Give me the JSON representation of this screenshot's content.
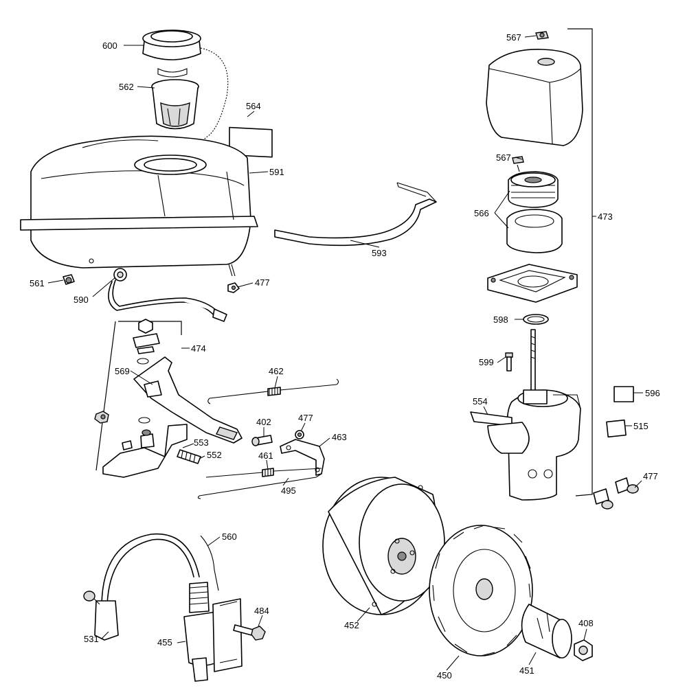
{
  "diagram": {
    "callouts": {
      "600": "600",
      "562": "562",
      "564": "564",
      "591": "591",
      "561": "561",
      "590": "590",
      "477a": "477",
      "593": "593",
      "567a": "567",
      "567b": "567",
      "566": "566",
      "473": "473",
      "598": "598",
      "599": "599",
      "554": "554",
      "596": "596",
      "515": "515",
      "477c": "477",
      "474": "474",
      "569": "569",
      "462": "462",
      "402": "402",
      "477b": "477",
      "463": "463",
      "553": "553",
      "552": "552",
      "461": "461",
      "495": "495",
      "560": "560",
      "531": "531",
      "455": "455",
      "484": "484",
      "452": "452",
      "450": "450",
      "451": "451",
      "408": "408"
    }
  }
}
